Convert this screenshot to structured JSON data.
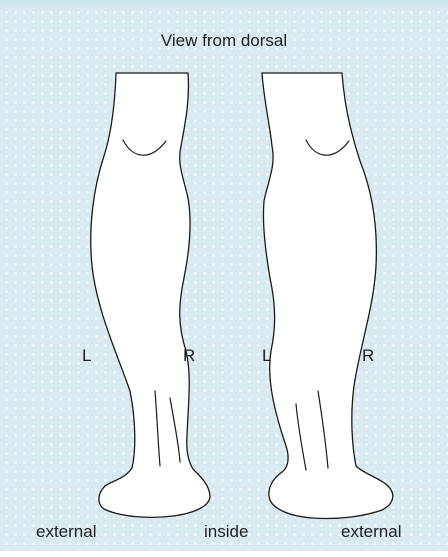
{
  "diagram": {
    "title": "View from dorsal",
    "side_labels": [
      "L",
      "R",
      "L",
      "R"
    ],
    "bottom_labels": {
      "external_left": "external",
      "inside": "inside",
      "external_right": "external"
    }
  },
  "colors": {
    "background": "#d8eaf0",
    "dots": "#ffffff",
    "outline": "#1a1a1a",
    "leg_fill": "#ffffff"
  }
}
